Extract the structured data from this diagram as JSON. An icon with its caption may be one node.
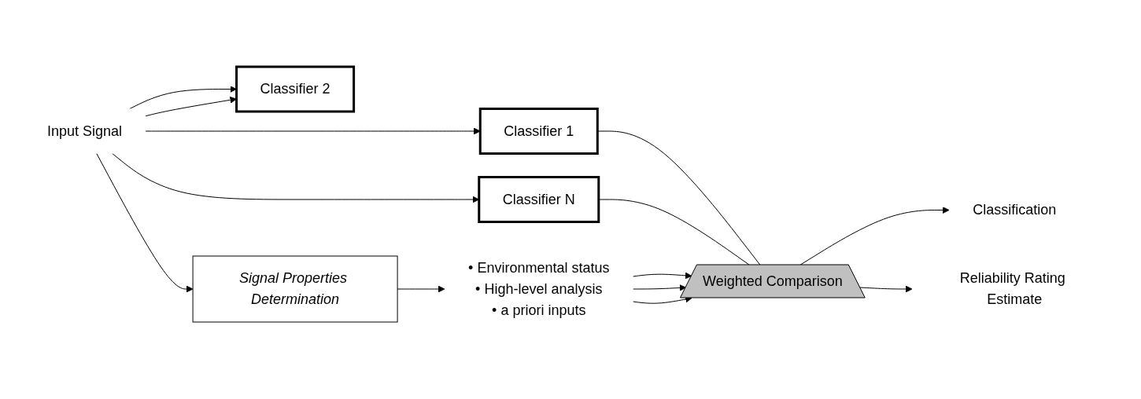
{
  "diagram": {
    "nodes": [
      {
        "text": [
          "Input Signal"
        ]
      },
      {
        "text": [
          "Classifier 1"
        ]
      },
      {
        "text": [
          "Classifier 2"
        ]
      },
      {
        "text": [
          "Classifier N"
        ]
      },
      {
        "text": [
          "Weighted Comparison"
        ]
      },
      {
        "text": [
          "Classification"
        ]
      },
      {
        "text": [
          "Reliability Rating Estimate"
        ]
      },
      {
        "text": [
          "Signal Properties Determination"
        ]
      },
      {
        "text": [
          "• Environmental status",
          "• High-level analysis",
          "• a priori inputs"
        ]
      }
    ],
    "edges": [
      {
        "from": 0,
        "to": 1,
        "arrow": "to"
      },
      {
        "from": 0,
        "to": 2,
        "arrow": "to"
      },
      {
        "from": 0,
        "to": 2,
        "arrow": "to"
      },
      {
        "from": 0,
        "to": 3,
        "arrow": "to"
      },
      {
        "from": 0,
        "to": 7,
        "arrow": "to"
      },
      {
        "from": 1,
        "to": 4,
        "arrow": "none"
      },
      {
        "from": 3,
        "to": 4,
        "arrow": "none"
      },
      {
        "from": 4,
        "to": 5,
        "arrow": "to"
      },
      {
        "from": 4,
        "to": 6,
        "arrow": "to"
      },
      {
        "from": 7,
        "to": 8,
        "arrow": "to"
      },
      {
        "from": 8,
        "to": 4,
        "arrow": "to"
      },
      {
        "from": 8,
        "to": 4,
        "arrow": "to"
      },
      {
        "from": 8,
        "to": 4,
        "arrow": "to"
      }
    ]
  }
}
